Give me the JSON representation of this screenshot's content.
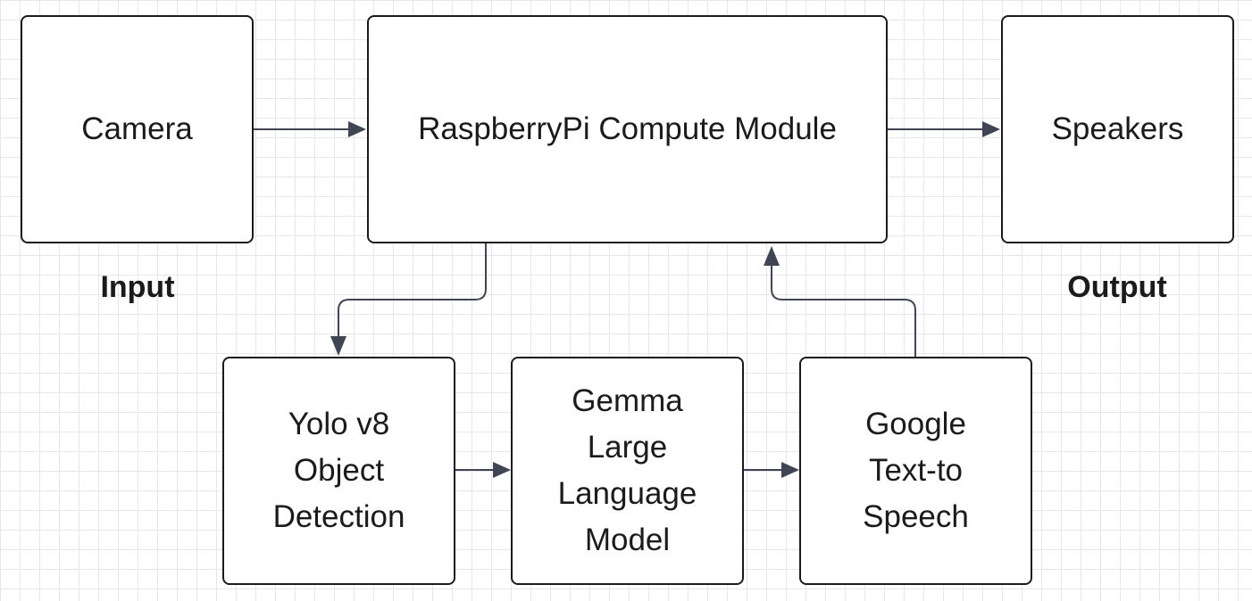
{
  "diagram": {
    "nodes": {
      "camera": "Camera",
      "compute": "RaspberryPi Compute Module",
      "speakers": "Speakers",
      "yolo": "Yolo v8\nObject\nDetection",
      "gemma": "Gemma\nLarge\nLanguage\nModel",
      "tts": "Google\nText-to\nSpeech"
    },
    "captions": {
      "input": "Input",
      "output": "Output"
    },
    "edges": [
      {
        "from": "camera",
        "to": "compute"
      },
      {
        "from": "compute",
        "to": "speakers"
      },
      {
        "from": "compute",
        "to": "yolo"
      },
      {
        "from": "yolo",
        "to": "gemma"
      },
      {
        "from": "gemma",
        "to": "tts"
      },
      {
        "from": "tts",
        "to": "compute"
      }
    ],
    "colors": {
      "stroke": "#1b1b1b",
      "connector": "#3f4552",
      "grid": "#e6e6ec",
      "background": "#ffffff"
    }
  }
}
